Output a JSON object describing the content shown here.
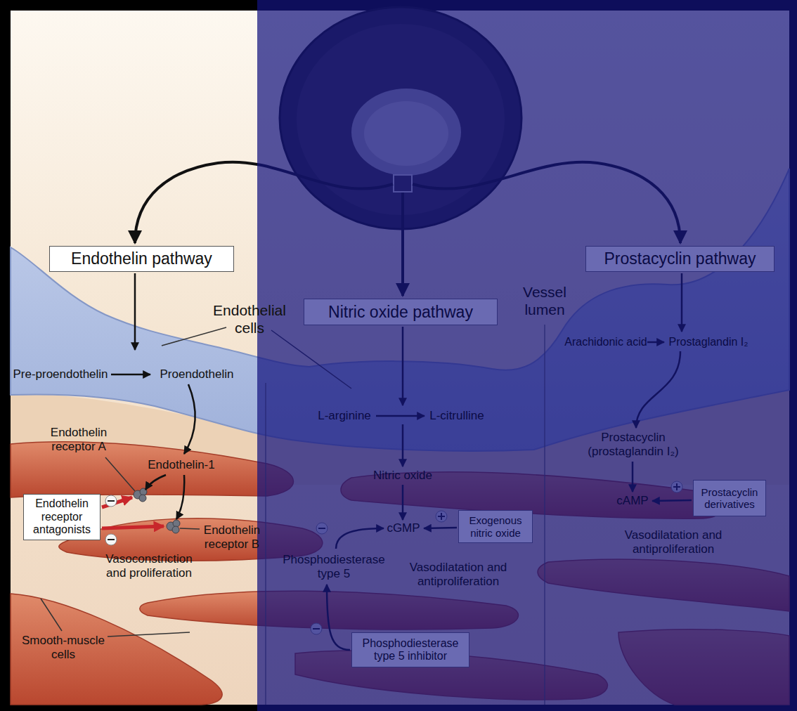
{
  "diagram": {
    "nodes": [
      {
        "text": [
          "Endothelin pathway"
        ]
      },
      {
        "text": [
          "Nitric oxide pathway"
        ]
      },
      {
        "text": [
          "Prostacyclin pathway"
        ]
      },
      {
        "text": [
          "Endothelin receptor antagonists"
        ]
      },
      {
        "text": [
          "Exogenous nitric oxide"
        ]
      },
      {
        "text": [
          "Prostacyclin derivatives"
        ]
      },
      {
        "text": [
          "Phosphodiesterase type 5 inhibitor"
        ]
      }
    ],
    "labels": [
      "Endothelial cells",
      "Vessel lumen",
      "Pre-proendothelin",
      "Proendothelin",
      "Endothelin receptor A",
      "Endothelin-1",
      "Endothelin receptor B",
      "Vasoconstriction and proliferation",
      "Smooth-muscle cells",
      "L-arginine",
      "L-citrulline",
      "Nitric oxide",
      "cGMP",
      "Phosphodiesterase type 5",
      "Vasodilatation and antiproliferation",
      "Arachidonic acid",
      "Prostaglandin I₂",
      "Prostacyclin (prostaglandin I₂)",
      "cAMP",
      "Vasodilatation and antiproliferation"
    ]
  }
}
